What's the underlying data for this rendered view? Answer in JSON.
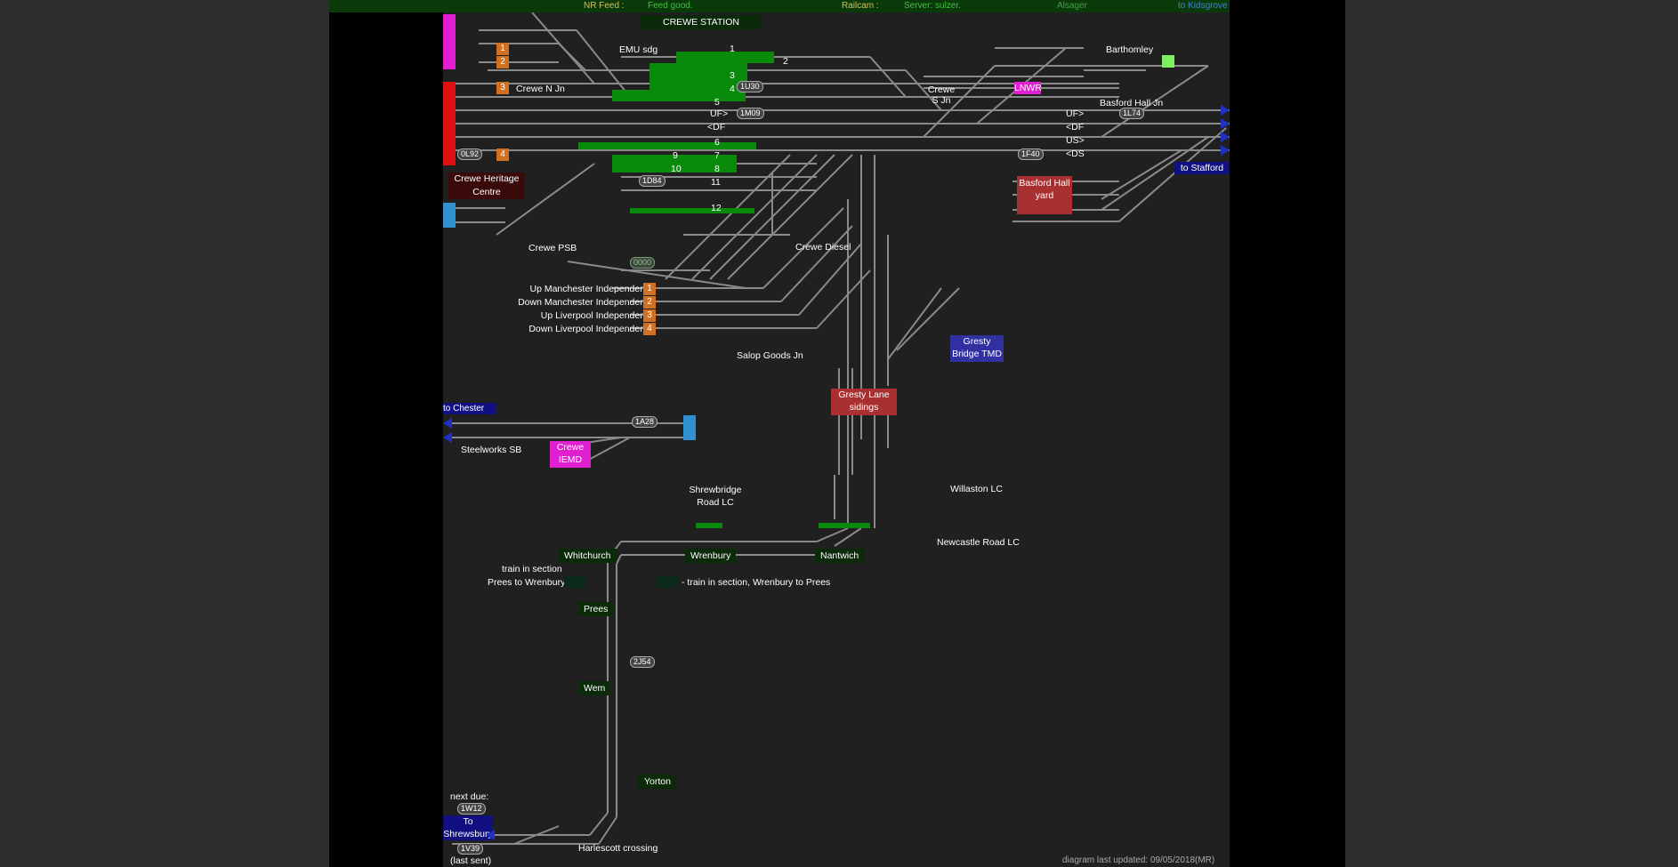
{
  "topbar": {
    "nr_feed_label": "NR Feed :",
    "nr_feed_status": "Feed good.",
    "railcam_label": "Railcam :",
    "server": "Server: sulzer.",
    "alsager": "Alsager",
    "kidsgrove": "to Kidsgrove"
  },
  "station": {
    "title": "CREWE STATION",
    "emu_sdg": "EMU sdg",
    "crewe_n_jn": "Crewe N Jn",
    "crewe_s_jn": "Crewe S Jn",
    "barthomley": "Barthomley",
    "basford_hall_jn": "Basford Hall Jn",
    "lnwr": "LNWR",
    "heritage": "Crewe Heritage Centre",
    "basford_yard": "Basford Hall yard",
    "crewe_psb": "Crewe PSB",
    "crewe_diesel": "Crewe Diesel",
    "to_stafford": "to Stafford",
    "uf": "UF>",
    "df": "<DF",
    "us": "US>",
    "ds": "<DS",
    "platform_numbers": [
      "1",
      "2",
      "3",
      "4",
      "5",
      "6",
      "7",
      "8",
      "9",
      "10",
      "11",
      "12"
    ]
  },
  "independents": {
    "items": [
      "Up Manchester Independent",
      "Down Manchester Independent",
      "Up Liverpool Independent",
      "Down Liverpool Independent"
    ],
    "numbers": [
      "1",
      "2",
      "3",
      "4"
    ],
    "salop_goods_jn": "Salop Goods Jn",
    "gresty_bridge": "Gresty Bridge TMD",
    "gresty_lane": "Gresty Lane sidings"
  },
  "west": {
    "to_chester": "to Chester",
    "steelworks_sb": "Steelworks SB",
    "crewe_iemd": "Crewe IEMD",
    "headcode_1a28": "1A28"
  },
  "south": {
    "willaston_lc": "Willaston LC",
    "shrewbridge": "Shrewbridge Road LC",
    "newcastle_road": "Newcastle Road LC",
    "whitchurch": "Whitchurch",
    "wrenbury": "Wrenbury",
    "nantwich": "Nantwich",
    "train_in_section": "train in section",
    "prees_to_wrenbury": "Prees to Wrenbury",
    "wrenbury_to_prees": "- train in section, Wrenbury to Prees",
    "prees": "Prees",
    "wem": "Wem",
    "yorton": "Yorton",
    "harlescott": "Harlescott crossing",
    "to_shrewsbury": "To Shrewsbury",
    "next_due": "next due:",
    "next_due_code": "1W12",
    "last_sent_code": "1V39",
    "last_sent": "(last sent)",
    "headcode_2j54": "2J54"
  },
  "berths": {
    "b1": "1U30",
    "b2": "1M09",
    "b3": "1D84",
    "b4": "0L92",
    "b5": "1L74",
    "b6": "1F40",
    "b7": "1A28",
    "b8": "0000"
  },
  "footer": "diagram last updated: 09/05/2018(MR)",
  "colors": {
    "track": "#8a8a8a",
    "platform": "#0a8a0a",
    "orange": "#d07020",
    "magenta": "#e020d0",
    "red": "#e01010",
    "cyan": "#3090d0",
    "navy": "#101080",
    "brown": "#a83030"
  }
}
